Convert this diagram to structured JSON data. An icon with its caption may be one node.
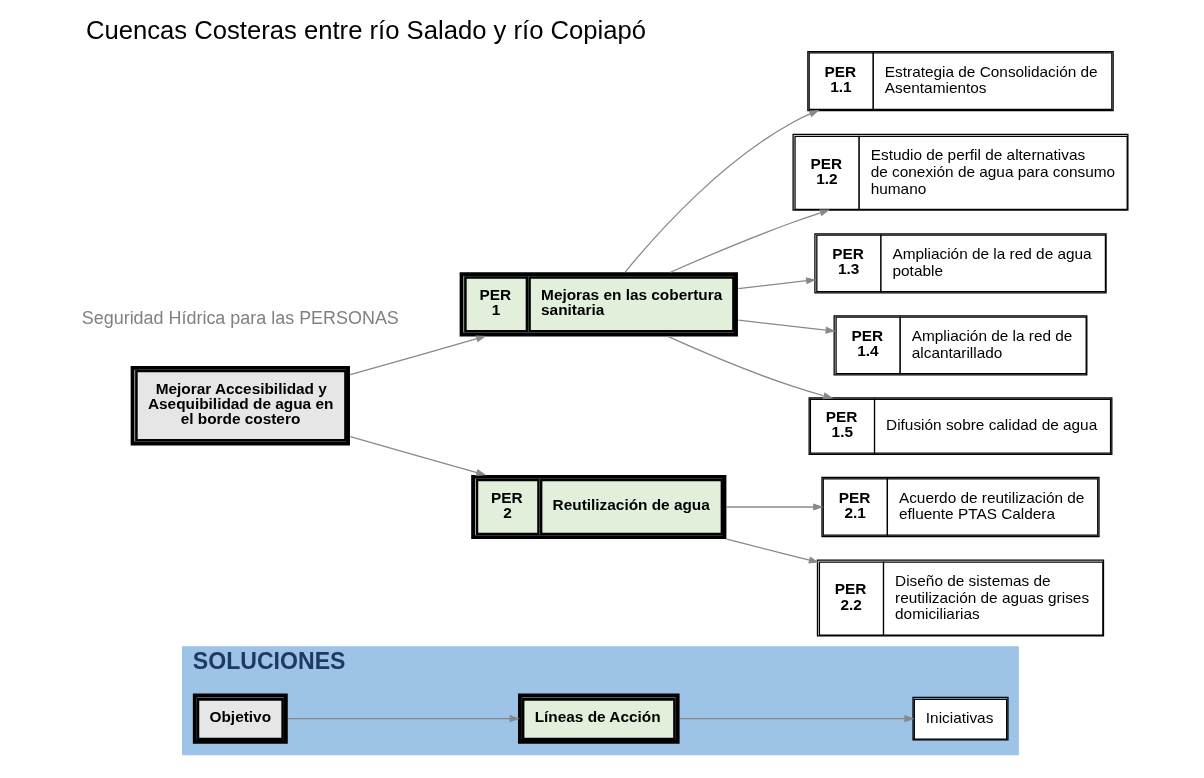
{
  "diagram": {
    "title": "Cuencas Costeras entre río Salado y río Copiapó",
    "nodes": [
      {
        "text": [
          "SOLUCIONES"
        ]
      },
      {
        "text": [
          "Objetivo"
        ],
        "in": 0
      },
      {
        "text": [
          "Líneas de Acción"
        ],
        "in": 0
      },
      {
        "text": [
          "Iniciativas"
        ],
        "in": 0
      },
      {
        "text": [
          "Mejorar Accesibilidad y Asequibilidad de agua en el borde costero"
        ]
      },
      {
        "text": [
          "PER 1",
          "Mejoras en las cobertura sanitaria"
        ]
      },
      {
        "text": [
          "PER 1.1",
          "Estrategia de Consolidación de Asentamientos"
        ]
      },
      {
        "text": [
          "PER 1.2",
          "Estudio de perfil de alternativas de conexión de agua para consumo humano"
        ]
      },
      {
        "text": [
          "PER 1.3",
          "Ampliación de la red de agua potable"
        ]
      },
      {
        "text": [
          "PER 1.4",
          "Ampliación de la red de alcantarillado"
        ]
      },
      {
        "text": [
          "PER 1.5",
          "Difusión sobre calidad de agua"
        ]
      },
      {
        "text": [
          "PER 2",
          "Reutilización de agua"
        ]
      },
      {
        "text": [
          "PER 2.1",
          "Acuerdo de reutilización de efluente PTAS Caldera"
        ]
      },
      {
        "text": [
          "PER 2.2",
          "Diseño de sistemas de reutilización de aguas grises domiciliarias"
        ]
      }
    ],
    "edges": [
      {
        "from": 1,
        "to": 2,
        "arrow": "to"
      },
      {
        "from": 2,
        "to": 3,
        "arrow": "to"
      },
      {
        "from": 4,
        "to": 5,
        "arrow": "to"
      },
      {
        "from": 5,
        "to": 6,
        "arrow": "to"
      },
      {
        "from": 5,
        "to": 7,
        "arrow": "to"
      },
      {
        "from": 5,
        "to": 8,
        "arrow": "to"
      },
      {
        "from": 5,
        "to": 9,
        "arrow": "to"
      },
      {
        "from": 5,
        "to": 10,
        "arrow": "to"
      },
      {
        "from": 4,
        "to": 11,
        "arrow": "to"
      },
      {
        "from": 11,
        "to": 12,
        "arrow": "to"
      },
      {
        "from": 11,
        "to": 13,
        "arrow": "to"
      }
    ],
    "labels": [
      "Seguridad Hídrica para las PERSONAS"
    ]
  }
}
